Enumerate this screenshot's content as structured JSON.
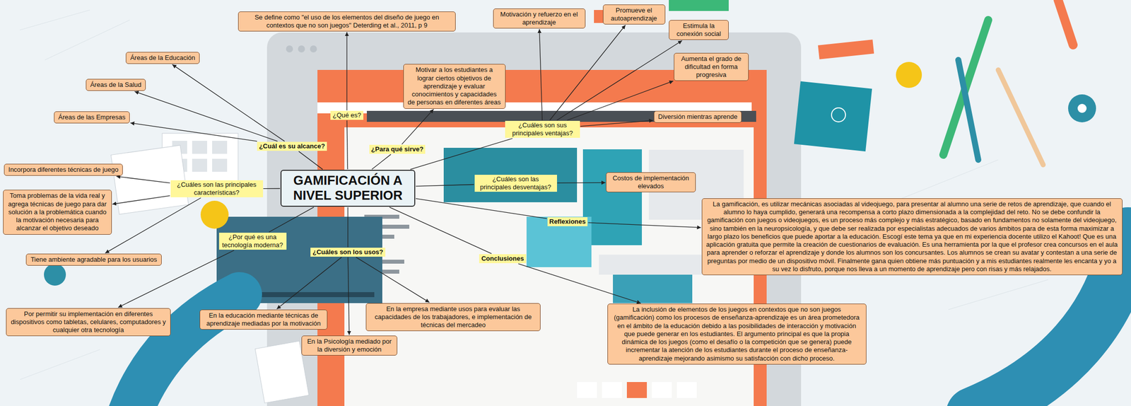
{
  "diagram": {
    "nodes": [
      {
        "text": [
          "GAMIFICACIÓN A NIVEL SUPERIOR"
        ]
      },
      {
        "text": [
          "¿Qué es?"
        ]
      },
      {
        "text": [
          "Se define como \"el uso de los elementos del diseño de juego en contextos que no son juegos\" Deterding et al., 2011, p 9"
        ]
      },
      {
        "text": [
          "¿Cuál es su alcance?"
        ]
      },
      {
        "text": [
          "Áreas de la Educación"
        ]
      },
      {
        "text": [
          "Áreas de la Salud"
        ]
      },
      {
        "text": [
          "Áreas de las Empresas"
        ]
      },
      {
        "text": [
          "¿Para qué sirve?"
        ]
      },
      {
        "text": [
          "Motivar a los estudiantes a lograr ciertos objetivos de aprendizaje y evaluar conocimientos y capacidades de personas en diferentes áreas"
        ]
      },
      {
        "text": [
          "¿Cuáles son sus principales ventajas?"
        ]
      },
      {
        "text": [
          "Motivación y refuerzo en el aprendizaje"
        ]
      },
      {
        "text": [
          "Promueve el autoaprendizaje"
        ]
      },
      {
        "text": [
          "Estimula la conexión social"
        ]
      },
      {
        "text": [
          "Aumenta el grado de dificultad en forma progresiva"
        ]
      },
      {
        "text": [
          "Diversión mientras aprende"
        ]
      },
      {
        "text": [
          "¿Cuáles son las principales desventajas?"
        ]
      },
      {
        "text": [
          "Costos de implementación elevados"
        ]
      },
      {
        "text": [
          "Reflexiones"
        ]
      },
      {
        "text": [
          "La gamificación, es utilizar mecánicas asociadas al videojuego, para presentar al alumno una serie de retos de aprendizaje, que cuando el alumno lo haya cumplido, generará una recompensa a corto plazo dimensionada a la complejidad del reto. No se debe confundir la gamificación con juegos o videojuegos, es un proceso más complejo y más estratégico, basado en fundamentos no solamente del videojuego, sino también en la neuropsicología, y que debe ser realizada por especialistas adecuados de varios ámbitos para de esta forma maximizar a largo plazo los beneficios que puede aportar a la educación. Escogí este tema ya que en mi experiencia docente utilizo el Kahoot! Que es una aplicación gratuita que permite la creación de cuestionarios de evaluación. Es una herramienta por la que el profesor crea concursos en el aula para aprender o reforzar el aprendizaje y donde los alumnos son los concursantes. Los alumnos se crean su avatar y contestan a una serie de preguntas por medio de un dispositivo móvil. Finalmente gana quien obtiene más puntuación y a mis estudiantes realmente les encanta y yo a su vez lo disfruto, porque nos lleva a un momento de aprendizaje pero con risas y más relajados."
        ]
      },
      {
        "text": [
          "Conclusiones"
        ]
      },
      {
        "text": [
          "La inclusión de elementos de los juegos en contextos que no son juegos (gamificación) como los procesos de enseñanza-aprendizaje es un área prometedora en el ámbito de la educación debido a las posibilidades de interacción y motivación que puede generar en los estudiantes. El argumento principal es que la propia dinámica de los juegos (como el desafío o la competición que se genera) puede incrementar la atención de los estudiantes durante el proceso de enseñanza-aprendizaje mejorando asimismo su satisfacción con dicho proceso."
        ]
      },
      {
        "text": [
          "¿Cuáles son los usos?"
        ]
      },
      {
        "text": [
          "En la educación mediante técnicas de aprendizaje mediadas por la motivación"
        ]
      },
      {
        "text": [
          "En la empresa mediante usos para evaluar las capacidades de los trabajadores, e implementación de técnicas del mercadeo"
        ]
      },
      {
        "text": [
          "En la Psicología mediado por la diversión y emoción"
        ]
      },
      {
        "text": [
          "¿Por qué es una tecnología moderna?"
        ]
      },
      {
        "text": [
          "Por permitir su implementación en diferentes dispositivos como tabletas, celulares, computadores y cualquier otra tecnología"
        ]
      },
      {
        "text": [
          "¿Cuáles son las principales características?"
        ]
      },
      {
        "text": [
          "Incorpora diferentes técnicas de juego"
        ]
      },
      {
        "text": [
          "Toma problemas de la vida real y agrega técnicas de juego para dar solución a la problemática cuando la motivación necesaria para alcanzar el objetivo deseado"
        ]
      },
      {
        "text": [
          "Tiene ambiente agradable para los usuarios"
        ]
      }
    ],
    "edges": [
      {
        "from": 0,
        "to": 1,
        "arrow": "none"
      },
      {
        "from": 1,
        "to": 2,
        "arrow": "to"
      },
      {
        "from": 0,
        "to": 3,
        "arrow": "none"
      },
      {
        "from": 3,
        "to": 4,
        "arrow": "to"
      },
      {
        "from": 3,
        "to": 5,
        "arrow": "to"
      },
      {
        "from": 3,
        "to": 6,
        "arrow": "to"
      },
      {
        "from": 0,
        "to": 7,
        "arrow": "none"
      },
      {
        "from": 7,
        "to": 8,
        "arrow": "to"
      },
      {
        "from": 0,
        "to": 9,
        "arrow": "none"
      },
      {
        "from": 9,
        "to": 10,
        "arrow": "to"
      },
      {
        "from": 9,
        "to": 11,
        "arrow": "to"
      },
      {
        "from": 9,
        "to": 12,
        "arrow": "to"
      },
      {
        "from": 9,
        "to": 13,
        "arrow": "to"
      },
      {
        "from": 9,
        "to": 14,
        "arrow": "to"
      },
      {
        "from": 0,
        "to": 15,
        "arrow": "none"
      },
      {
        "from": 15,
        "to": 16,
        "arrow": "to"
      },
      {
        "from": 0,
        "to": 17,
        "arrow": "none"
      },
      {
        "from": 17,
        "to": 18,
        "arrow": "to"
      },
      {
        "from": 0,
        "to": 19,
        "arrow": "none"
      },
      {
        "from": 19,
        "to": 20,
        "arrow": "to"
      },
      {
        "from": 0,
        "to": 21,
        "arrow": "none"
      },
      {
        "from": 21,
        "to": 22,
        "arrow": "to"
      },
      {
        "from": 21,
        "to": 23,
        "arrow": "to"
      },
      {
        "from": 21,
        "to": 24,
        "arrow": "to"
      },
      {
        "from": 0,
        "to": 25,
        "arrow": "none"
      },
      {
        "from": 25,
        "to": 26,
        "arrow": "to"
      },
      {
        "from": 0,
        "to": 27,
        "arrow": "none"
      },
      {
        "from": 27,
        "to": 28,
        "arrow": "to"
      },
      {
        "from": 27,
        "to": 29,
        "arrow": "to"
      },
      {
        "from": 27,
        "to": 30,
        "arrow": "to"
      }
    ]
  }
}
